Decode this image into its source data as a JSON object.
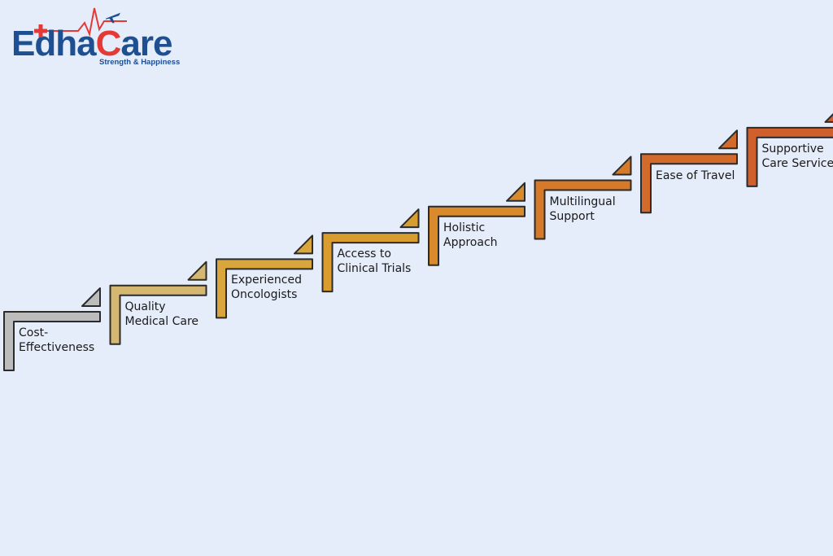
{
  "logo": {
    "word_edha": "Edha",
    "word_c": "C",
    "word_are": "are",
    "tagline": "Strength & Happiness",
    "icons": [
      "medical-cross-icon",
      "heartbeat-line-icon",
      "airplane-icon"
    ],
    "colors": {
      "blue": "#1d4f91",
      "red": "#e53935"
    }
  },
  "steps": [
    {
      "line1": "Cost-",
      "line2": "Effectiveness",
      "color": "#bcbcbc"
    },
    {
      "line1": "Quality",
      "line2": "Medical Care",
      "color": "#d6b772"
    },
    {
      "line1": "Experienced",
      "line2": "Oncologists",
      "color": "#d9a63d"
    },
    {
      "line1": "Access to",
      "line2": "Clinical Trials",
      "color": "#d99c2e"
    },
    {
      "line1": "Holistic",
      "line2": "Approach",
      "color": "#d98a2a"
    },
    {
      "line1": "Multilingual",
      "line2": "Support",
      "color": "#d67a2a"
    },
    {
      "line1": "Ease of Travel",
      "line2": "",
      "color": "#d26a2b"
    },
    {
      "line1": "Supportive",
      "line2": "Care Services",
      "color": "#cf5f2c"
    }
  ],
  "colors": {
    "background": "#e5ecfa",
    "outline": "#2b2b2b"
  }
}
